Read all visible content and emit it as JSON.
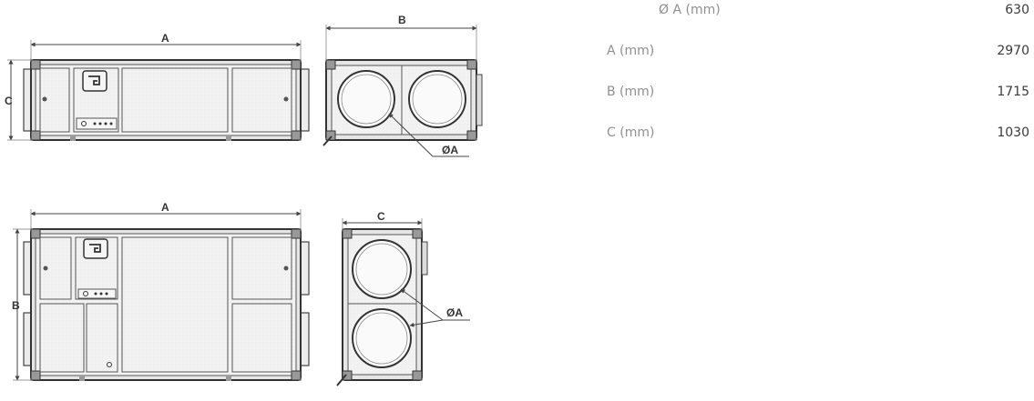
{
  "dimension_labels": {
    "a": "A",
    "b": "B",
    "c": "C",
    "diameter": "ØA"
  },
  "specs": [
    {
      "label": "Ø A (mm)",
      "value": "630"
    },
    {
      "label": "A (mm)",
      "value": "2970"
    },
    {
      "label": "B (mm)",
      "value": "1715"
    },
    {
      "label": "C (mm)",
      "value": "1030"
    }
  ]
}
